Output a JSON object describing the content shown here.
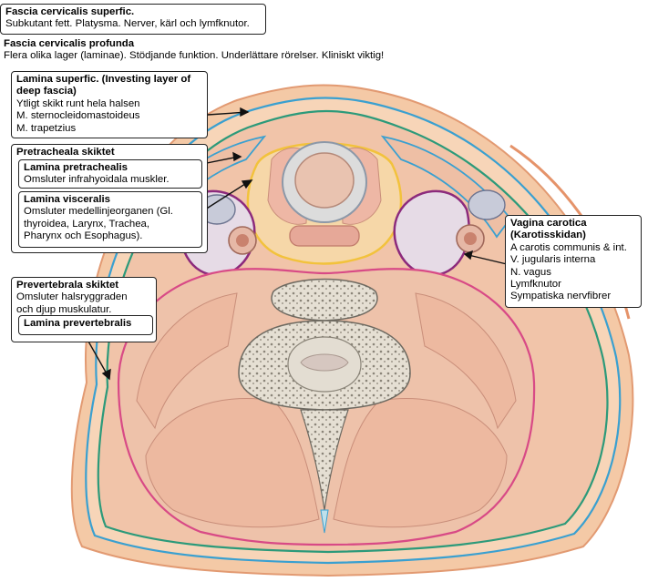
{
  "superficial": {
    "title": "Fascia cervicalis superfic.",
    "text": "Subkutant fett. Platysma. Nerver, kärl och lymfknutor."
  },
  "profunda": {
    "title": "Fascia cervicalis profunda",
    "text": "Flera olika lager (laminae). Stödjande funktion. Underlättare rörelser. Kliniskt viktig!"
  },
  "lamina_superficialis": {
    "title_line1": "Lamina superfic. (Investing layer of",
    "title_line2": "deep fascia)",
    "lines": [
      "Ytligt skikt runt hela halsen",
      "M. sternocleidomastoideus",
      "M. trapetzius"
    ]
  },
  "pretracheal": {
    "title": "Pretracheala skiktet",
    "pretrachealis_title": "Lamina pretrachealis",
    "pretrachealis_text": "Omsluter infrahyoidala muskler.",
    "visceralis_title": "Lamina visceralis",
    "visceralis_lines": [
      "Omsluter medellinjeorganen (Gl.",
      "thyroidea, Larynx, Trachea,",
      "Pharynx och Esophagus)."
    ]
  },
  "carotid": {
    "title_line1": "Vagina carotica",
    "title_line2": "(Karotisskidan)",
    "lines": [
      "A carotis communis & int.",
      "V. jugularis interna",
      "N. vagus",
      "Lymfknutor",
      "Sympatiska nervfibrer"
    ]
  },
  "prevertebral": {
    "title": "Prevertebrala skiktet",
    "lines": [
      "Omsluter halsryggraden",
      "och djup muskulatur."
    ],
    "lamina_title": "Lamina prevertebralis"
  },
  "colors": {
    "skin": "#f4c9a6",
    "muscle": "#eebfa5",
    "superficial_fascia": "#3aa0d0",
    "investing_fascia": "#2c9a7a",
    "pretracheal_fascia": "#f2c23c",
    "carotid_sheath": "#8c2a7c",
    "prevertebral_fascia": "#d84a86",
    "bone": "#e3ddd2"
  }
}
